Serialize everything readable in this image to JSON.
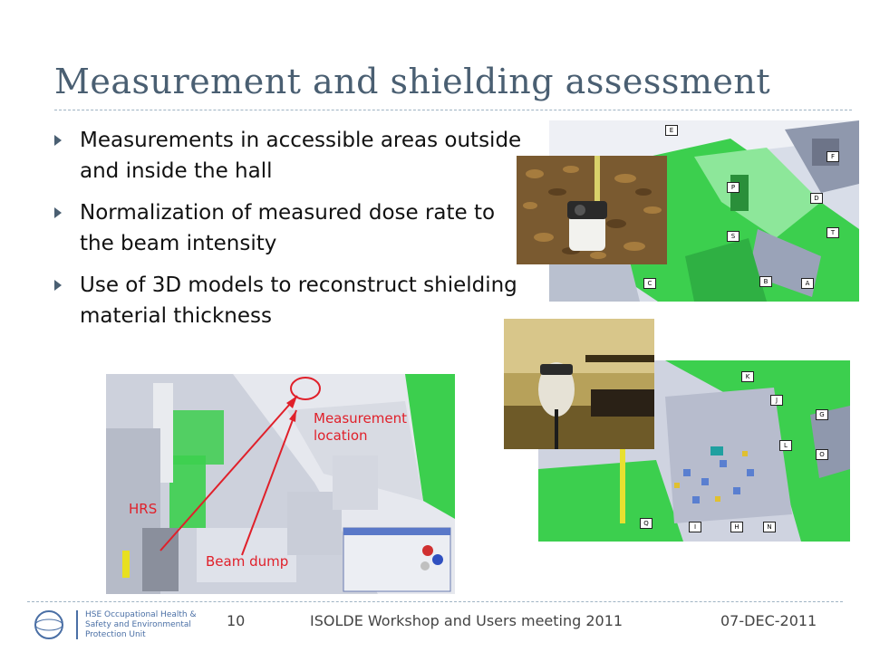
{
  "slide": {
    "title": "Measurement and shielding assessment",
    "bullets": [
      "Measurements in accessible areas outside and inside the hall",
      "Normalization of measured dose rate to the beam intensity",
      "Use of 3D models to reconstruct shielding material thickness"
    ],
    "bullet_icon": "triangle-bullet-icon"
  },
  "figure": {
    "labels": {
      "measurement_location": "Measurement location",
      "hrs": "HRS",
      "beam_dump": "Beam dump"
    },
    "map_tags_top": [
      "E",
      "F",
      "P",
      "D",
      "S",
      "T",
      "C",
      "B",
      "A"
    ],
    "map_tags_bottom": [
      "K",
      "J",
      "G",
      "L",
      "O",
      "Q",
      "I",
      "H",
      "N"
    ]
  },
  "footer": {
    "logo_text": "HSE Occupational Health & Safety and Environmental Protection Unit",
    "page_number": "10",
    "event": "ISOLDE Workshop and Users meeting 2011",
    "date": "07-DEC-2011"
  },
  "colors": {
    "title": "#4a5f72",
    "accent_red": "#e0202a",
    "shield_green": "#3ccf4e"
  }
}
